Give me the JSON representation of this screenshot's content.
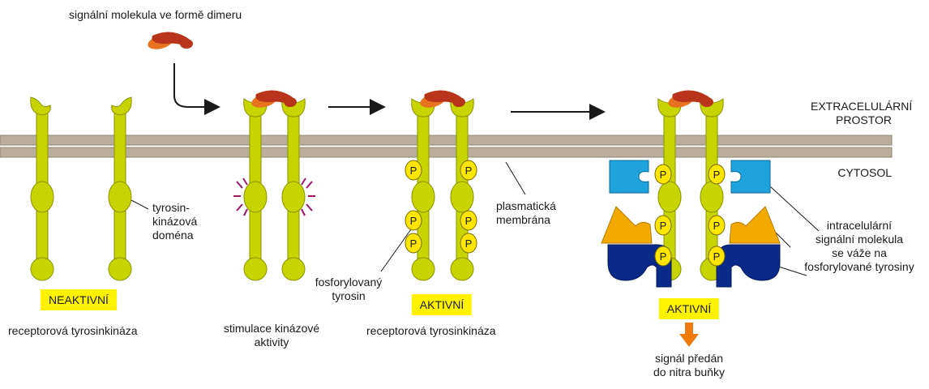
{
  "signal_dimer_label": "signální molekula ve formě dimeru",
  "extracellular_label": "EXTRACELULÁRNÍ PROSTOR",
  "extracellular_line1": "EXTRACELULÁRNÍ",
  "extracellular_line2": "PROSTOR",
  "cytosol_label": "CYTOSOL",
  "kinase_domain_line1": "tyrosin-",
  "kinase_domain_line2": "kinázová",
  "kinase_domain_line3": "doména",
  "membrane_line1": "plasmatická",
  "membrane_line2": "membrána",
  "phospho_tyrosine_line1": "fosforylovaný",
  "phospho_tyrosine_line2": "tyrosin",
  "intracellular_line1": "intracelulární",
  "intracellular_line2": "signální molekula",
  "intracellular_line3": "se váže na",
  "intracellular_line4": "fosforylované tyrosiny",
  "inactive_badge": "NEAKTIVNÍ",
  "active_badge_1": "AKTIVNÍ",
  "active_badge_2": "AKTIVNÍ",
  "receptor_label_1": "receptorová tyrosinkináza",
  "receptor_label_2": "receptorová tyrosinkináza",
  "stimulation_line1": "stimulace kinázové",
  "stimulation_line2": "aktivity",
  "signal_passed_line1": "signál předán",
  "signal_passed_line2": "do nitra buňky",
  "phospho_symbol": "P",
  "colors": {
    "receptor": "#c8d400",
    "receptor_stroke": "#8a9400",
    "membrane": "#b9ae9c",
    "membrane_stroke": "#8f8575",
    "ligand_dark": "#b8351b",
    "ligand_light": "#e8731f",
    "phospho_fill": "#ffe600",
    "relay_blue": "#1fa3dc",
    "relay_orange": "#f2a900",
    "relay_navy": "#0a2a8a",
    "badge": "#fff200",
    "output_arrow": "#f07a10",
    "activity_marks": "#a0156b"
  }
}
